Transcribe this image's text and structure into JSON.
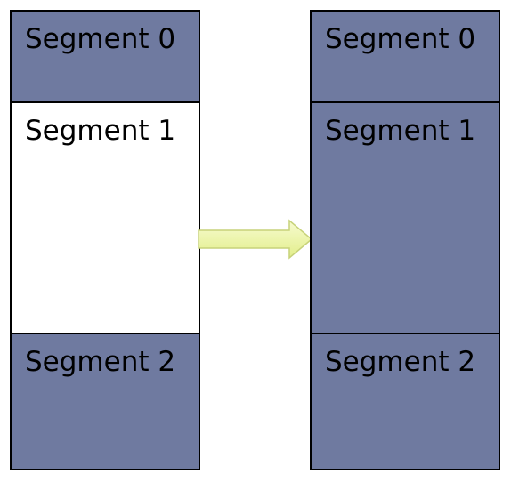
{
  "colors": {
    "filled": "#6f7aa0",
    "empty": "#ffffff",
    "border": "#000000",
    "arrow_fill": "#eef5a6",
    "arrow_stroke": "#c7d27a"
  },
  "left_column": {
    "segments": [
      {
        "label": "Segment 0",
        "filled": true
      },
      {
        "label": "Segment 1",
        "filled": false
      },
      {
        "label": "Segment 2",
        "filled": true
      }
    ]
  },
  "right_column": {
    "segments": [
      {
        "label": "Segment 0",
        "filled": true
      },
      {
        "label": "Segment 1",
        "filled": true
      },
      {
        "label": "Segment 2",
        "filled": true
      }
    ]
  },
  "arrow": {
    "icon": "arrow-right-icon"
  }
}
